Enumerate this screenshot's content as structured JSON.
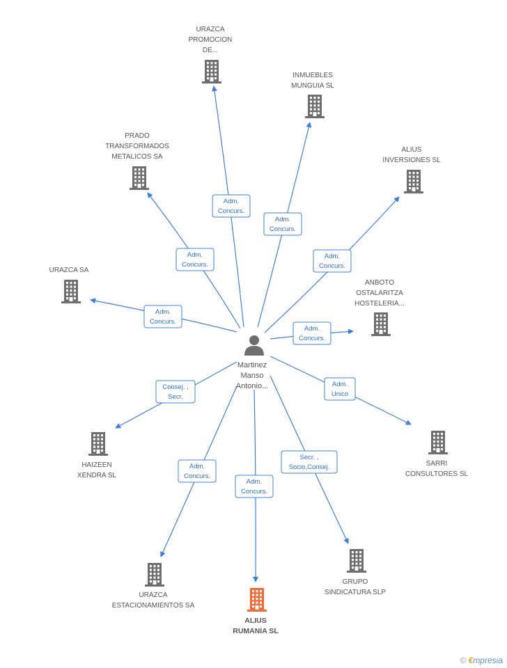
{
  "colors": {
    "edge": "#3d7fd6",
    "building": "#6e6e6e",
    "building_highlight": "#f26a36"
  },
  "center": {
    "name_lines": [
      "Martinez",
      "Manso",
      "Antonio..."
    ],
    "icon": "person-icon"
  },
  "nodes": [
    {
      "id": "urazca-promocion",
      "lines": [
        "URAZCA",
        "PROMOCION",
        "DE..."
      ],
      "icon": "building-icon",
      "highlight": false
    },
    {
      "id": "inmuebles-munguia",
      "lines": [
        "INMUEBLES",
        "MUNGUIA SL"
      ],
      "icon": "building-icon",
      "highlight": false
    },
    {
      "id": "prado-transformados",
      "lines": [
        "PRADO",
        "TRANSFORMADOS",
        "METALICOS SA"
      ],
      "icon": "building-icon",
      "highlight": false
    },
    {
      "id": "alius-inversiones",
      "lines": [
        "ALIUS",
        "INVERSIONES SL"
      ],
      "icon": "building-icon",
      "highlight": false
    },
    {
      "id": "urazca-sa",
      "lines": [
        "URAZCA SA"
      ],
      "icon": "building-icon",
      "highlight": false
    },
    {
      "id": "anboto",
      "lines": [
        "ANBOTO",
        "OSTALARITZA",
        "HOSTELERIA..."
      ],
      "icon": "building-icon",
      "highlight": false
    },
    {
      "id": "haizeen",
      "lines": [
        "HAIZEEN",
        "XENDRA SL"
      ],
      "icon": "building-icon",
      "highlight": false
    },
    {
      "id": "sarri",
      "lines": [
        "SARRI",
        "CONSULTORES SL"
      ],
      "icon": "building-icon",
      "highlight": false
    },
    {
      "id": "urazca-estacionamientos",
      "lines": [
        "URAZCA",
        "ESTACIONAMIENTOS SA"
      ],
      "icon": "building-icon",
      "highlight": false
    },
    {
      "id": "grupo-sindicatura",
      "lines": [
        "GRUPO",
        "SINDICATURA SLP"
      ],
      "icon": "building-icon",
      "highlight": false
    },
    {
      "id": "alius-rumania",
      "lines": [
        "ALIUS",
        "RUMANIA SL"
      ],
      "icon": "building-icon",
      "highlight": true
    }
  ],
  "edges": [
    {
      "to": "urazca-promocion",
      "label_lines": [
        "Adm.",
        "Concurs."
      ]
    },
    {
      "to": "inmuebles-munguia",
      "label_lines": [
        "Adm.",
        "Concurs."
      ]
    },
    {
      "to": "prado-transformados",
      "label_lines": [
        "Adm.",
        "Concurs."
      ]
    },
    {
      "to": "alius-inversiones",
      "label_lines": [
        "Adm.",
        "Concurs."
      ]
    },
    {
      "to": "urazca-sa",
      "label_lines": [
        "Adm.",
        "Concurs."
      ]
    },
    {
      "to": "anboto",
      "label_lines": [
        "Adm.",
        "Concurs."
      ]
    },
    {
      "to": "haizeen",
      "label_lines": [
        "Consej. ,",
        "Secr."
      ]
    },
    {
      "to": "sarri",
      "label_lines": [
        "Adm.",
        "Unico"
      ]
    },
    {
      "to": "urazca-estacionamientos",
      "label_lines": [
        "Adm.",
        "Concurs."
      ]
    },
    {
      "to": "grupo-sindicatura",
      "label_lines": [
        "Secr. ,",
        "Socio,Consej."
      ]
    },
    {
      "to": "alius-rumania",
      "label_lines": [
        "Adm.",
        "Concurs."
      ]
    }
  ],
  "footer": {
    "copyright": "©",
    "brand_first": "€",
    "brand_rest": "mpresia"
  }
}
